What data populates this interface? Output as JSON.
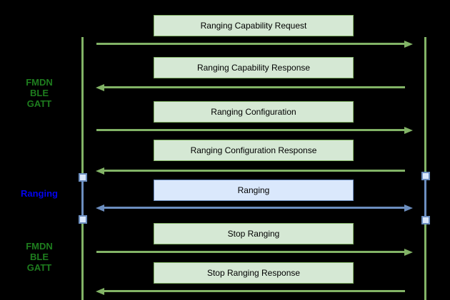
{
  "diagram": {
    "type": "sequence-diagram",
    "colors": {
      "background": "#000000",
      "green_line": "#82b366",
      "green_fill": "#d5e8d4",
      "blue_line": "#6c8ebf",
      "blue_fill": "#dae8fc",
      "label_green": "#1e7d1e",
      "label_blue": "#0404f0",
      "message_text": "#000000"
    },
    "lifelines": [
      {
        "name": "left-lifeline"
      },
      {
        "name": "right-lifeline"
      }
    ],
    "side_labels": [
      {
        "lines": [
          "FMDN",
          "BLE",
          "GATT"
        ],
        "style": "green"
      },
      {
        "lines": [
          "Ranging"
        ],
        "style": "blue"
      },
      {
        "lines": [
          "FMDN",
          "BLE",
          "GATT"
        ],
        "style": "green"
      }
    ],
    "messages": [
      {
        "label": "Ranging Capability Request",
        "direction": "right",
        "style": "green"
      },
      {
        "label": "Ranging Capability Response",
        "direction": "left",
        "style": "green"
      },
      {
        "label": "Ranging Configuration",
        "direction": "right",
        "style": "green"
      },
      {
        "label": "Ranging Configuration Response",
        "direction": "left",
        "style": "green"
      },
      {
        "label": "Ranging",
        "direction": "both",
        "style": "blue"
      },
      {
        "label": "Stop Ranging",
        "direction": "right",
        "style": "green"
      },
      {
        "label": "Stop Ranging Response",
        "direction": "left",
        "style": "green"
      }
    ],
    "activations": [
      {
        "lifeline": "left",
        "style": "blue"
      },
      {
        "lifeline": "right",
        "style": "blue"
      }
    ]
  }
}
